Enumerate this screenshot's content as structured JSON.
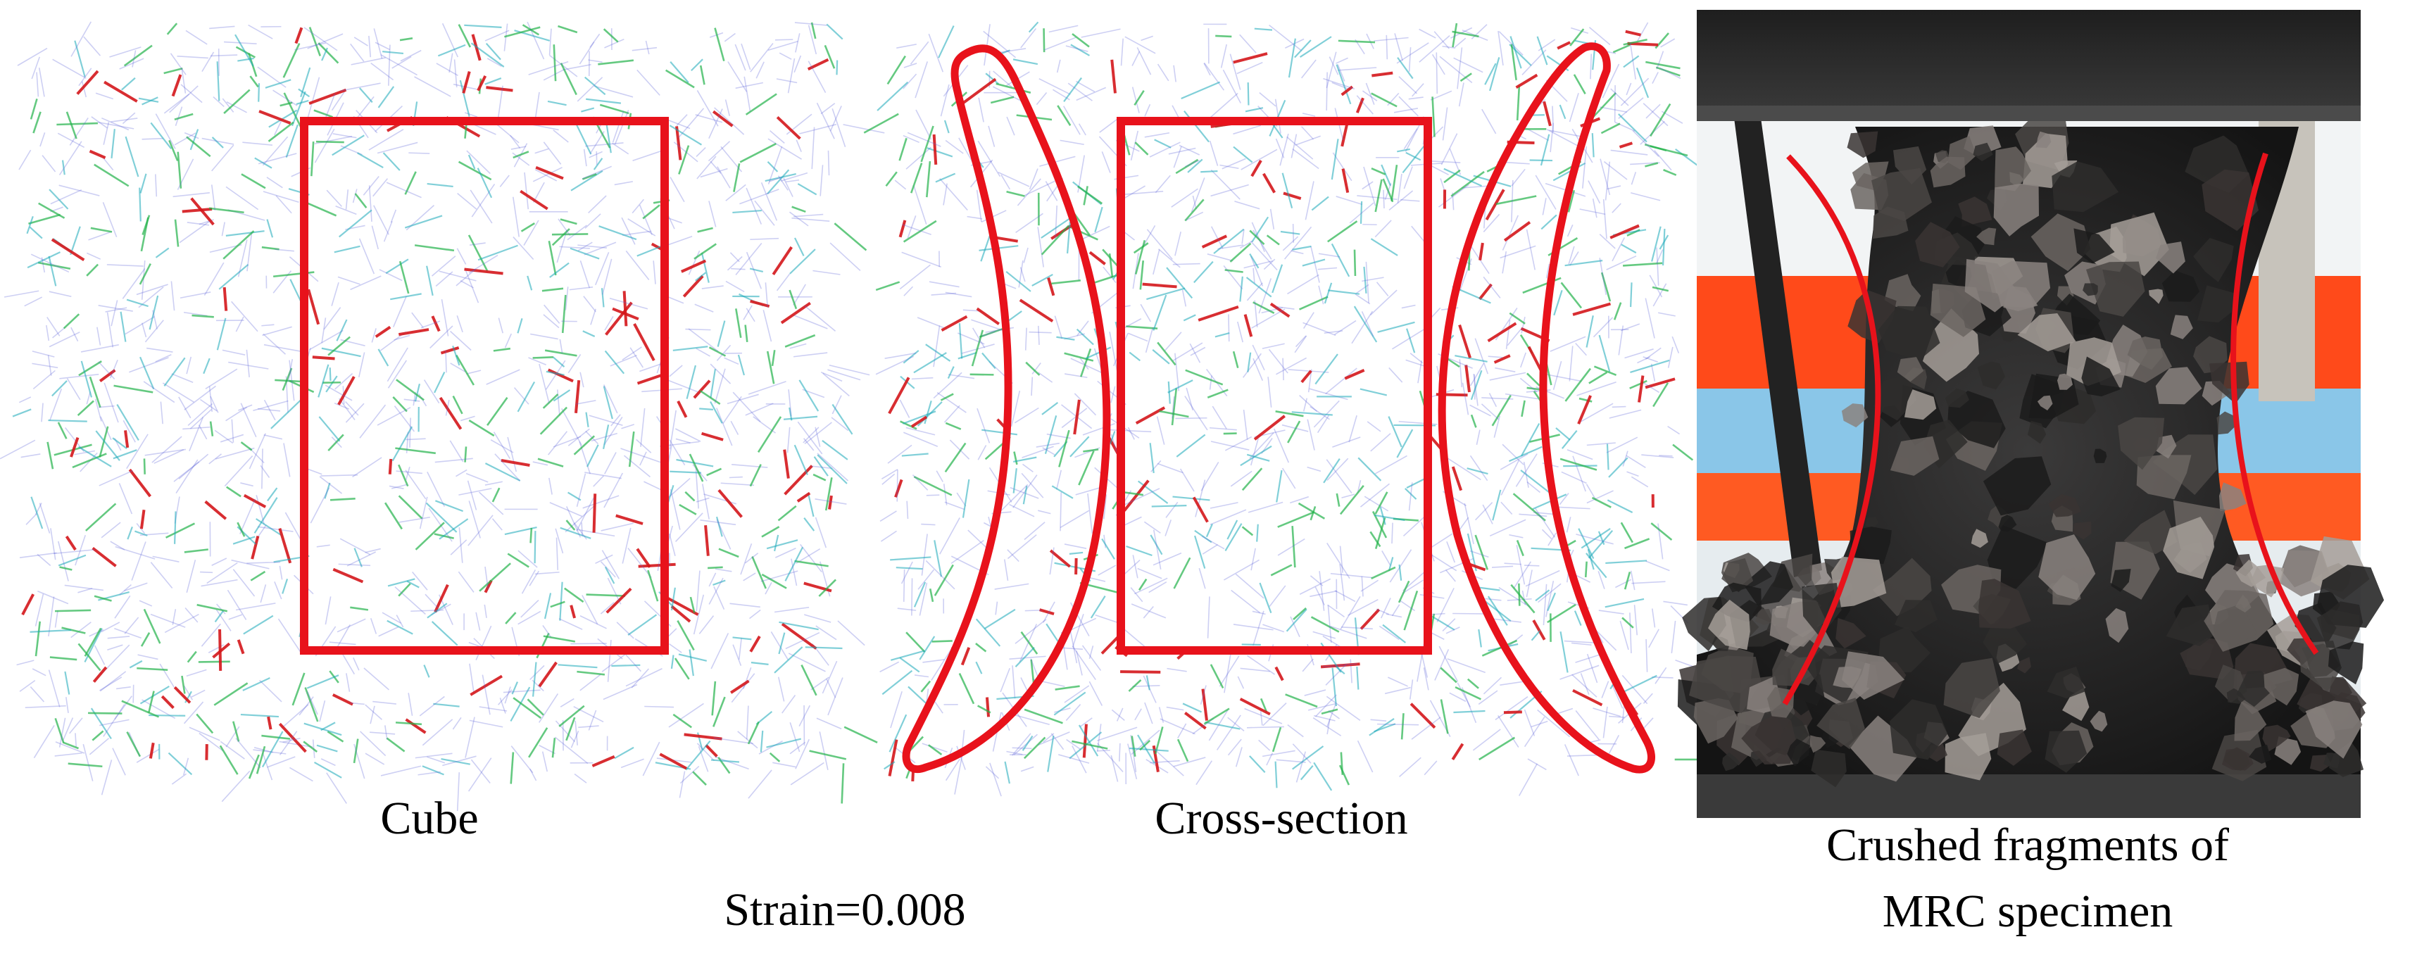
{
  "labels": {
    "cube": "Cube",
    "cross_section": "Cross-section",
    "strain": "Strain=0.008",
    "photo_caption_line1": "Crushed fragments of",
    "photo_caption_line2": "MRC specimen"
  },
  "colors": {
    "highlight_red": "#e8121b",
    "bond_blue": "#5b5fd6",
    "bond_cyan": "#18a8b8",
    "bond_green": "#22b24a",
    "bond_red": "#d4161b",
    "specimen_dark": "#262626",
    "plate_dark": "#2a2a2a",
    "background_orange": "#ff4a1a",
    "background_blue": "#8ac6e8"
  },
  "panels": [
    {
      "name": "cube-view",
      "highlight": "rectangle"
    },
    {
      "name": "cross-section-view",
      "highlight": "rectangle-with-two-side-outlines"
    },
    {
      "name": "specimen-photo",
      "highlight": "two-curved-lines"
    }
  ]
}
